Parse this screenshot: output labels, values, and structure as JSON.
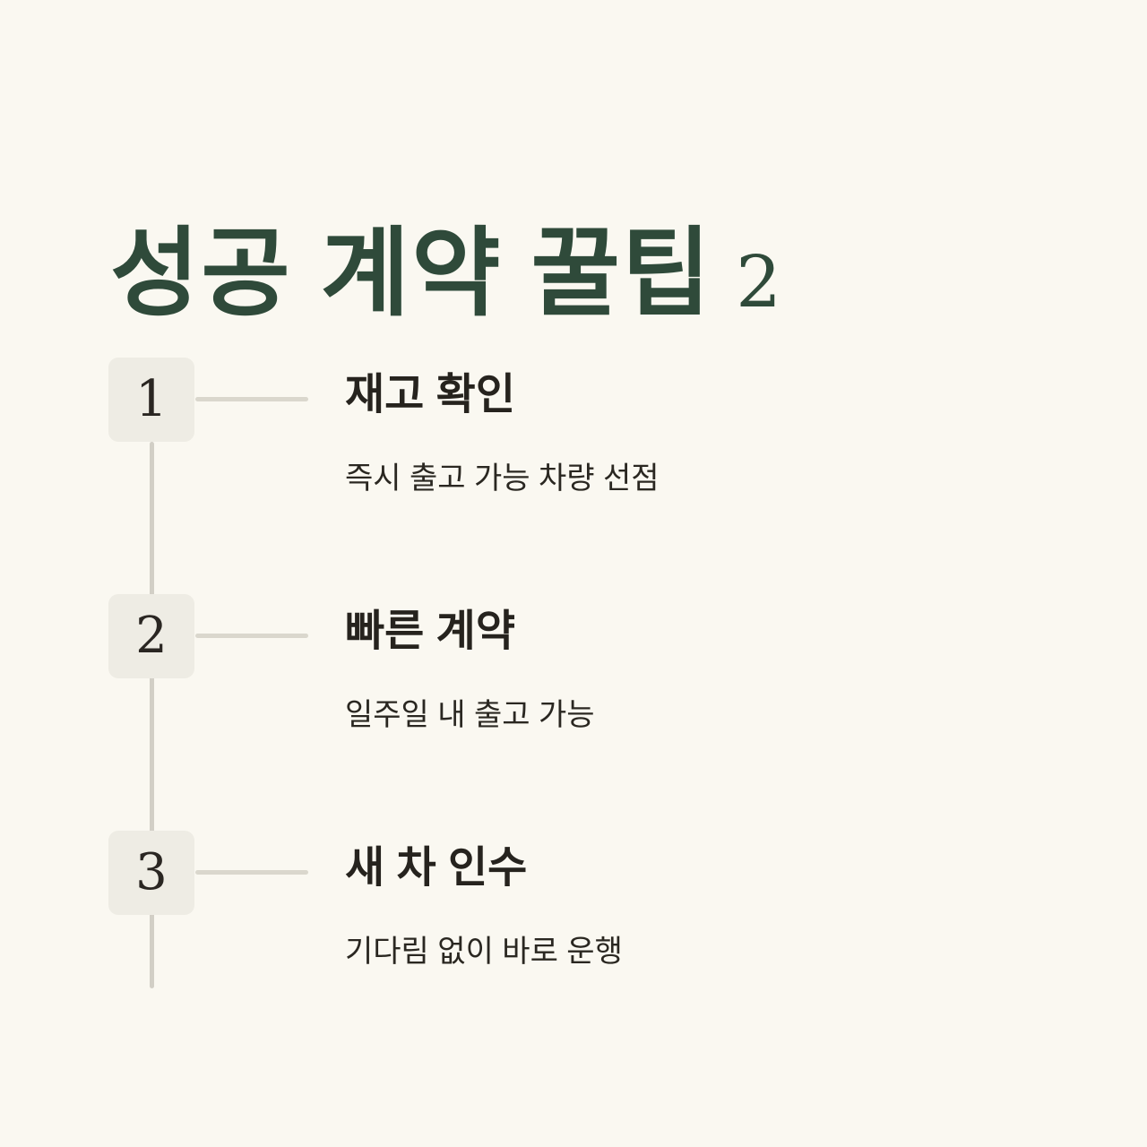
{
  "page": {
    "background_color": "#FAF8F1",
    "title_color": "#2F4A3A",
    "text_color": "#26231E",
    "box_color": "#EEECE4",
    "line_color": "#D2CFC6"
  },
  "header": {
    "title_korean": "성공 계약 꿀팁",
    "title_number": "2"
  },
  "steps": [
    {
      "number": "1",
      "title": "재고 확인",
      "subtitle": "즉시 출고 가능 차량 선점"
    },
    {
      "number": "2",
      "title": "빠른 계약",
      "subtitle": "일주일 내 출고 가능"
    },
    {
      "number": "3",
      "title": "새 차 인수",
      "subtitle": "기다림 없이 바로 운행"
    }
  ]
}
